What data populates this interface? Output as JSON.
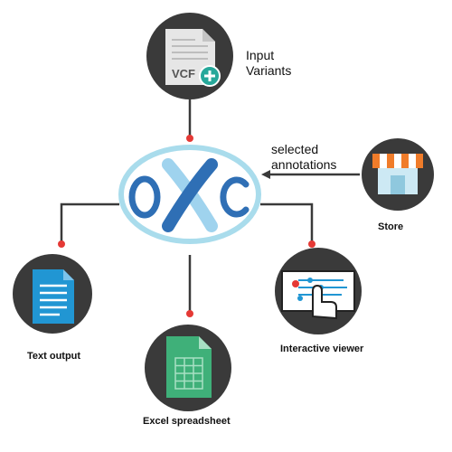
{
  "nodes": {
    "center": {
      "logo_text": "OXC"
    },
    "input": {
      "icon": "vcf-file-plus-icon",
      "file_label": "VCF",
      "label_line1": "Input",
      "label_line2": "Variants"
    },
    "store": {
      "icon": "storefront-icon",
      "label": "Store"
    },
    "text_output": {
      "icon": "document-icon",
      "label": "Text output"
    },
    "excel": {
      "icon": "spreadsheet-icon",
      "label": "Excel spreadsheet"
    },
    "viewer": {
      "icon": "touch-screen-icon",
      "label": "Interactive viewer"
    }
  },
  "edges": {
    "store_to_center": {
      "label_line1": "selected",
      "label_line2": "annotations"
    }
  },
  "colors": {
    "node_circle": "#3a3a3a",
    "ring": "#a9dcec",
    "logo_blue": "#2f6fb5",
    "logo_light": "#9fd3ee",
    "connector_dot": "#e53935",
    "doc_blue": "#2196d3",
    "excel_green": "#3fb079",
    "plus_teal": "#26a89a",
    "awning_orange": "#f07c2a"
  }
}
